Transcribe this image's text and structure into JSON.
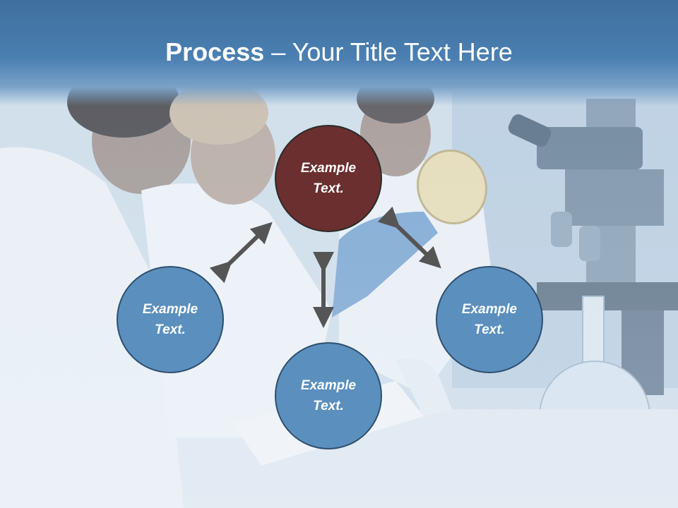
{
  "slide": {
    "title_bold": "Process",
    "title_rest": " – Your Title Text Here"
  },
  "nodes": {
    "top": "Example Text.",
    "left": "Example Text.",
    "right": "Example Text.",
    "bottom": "Example Text."
  },
  "colors": {
    "title_bar": "#4a7fb1",
    "top_node": "#6b2f2f",
    "other_nodes": "#5b8fbe",
    "arrows": "#555555"
  },
  "icons": [
    "double-arrow-icon"
  ]
}
